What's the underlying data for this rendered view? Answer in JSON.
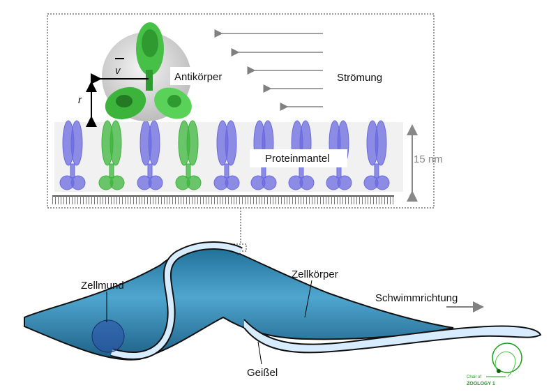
{
  "inset": {
    "antibody_label": "Antikörper",
    "flow_label": "Strömung",
    "coat_label": "Proteinmantel",
    "scale_label": "15 nm",
    "radius_symbol": "r",
    "velocity_symbol": "v"
  },
  "cell": {
    "mouth_label": "Zellmund",
    "body_label": "Zellkörper",
    "swim_label": "Schwimmrichtung",
    "flagellum_label": "Geißel"
  },
  "logo": {
    "line1": "Chair of",
    "line2": "ZOOLOGY 1"
  },
  "colors": {
    "antibody": "#3cb43c",
    "protein_blue": "#6a6ae0",
    "protein_green": "#3cb43c",
    "cell_body": "#2a7fa8",
    "flagellum": "#d8ecff",
    "arrow": "#808080",
    "logo": "#1aa01a"
  }
}
